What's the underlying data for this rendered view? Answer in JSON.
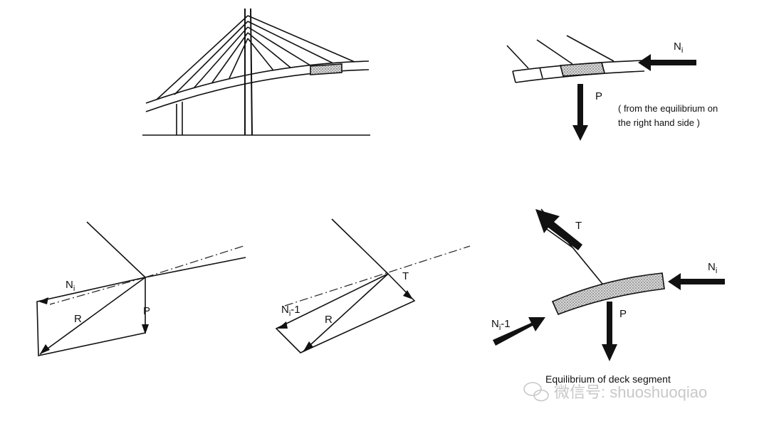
{
  "labels": {
    "ni": "N",
    "ni_sub": "i",
    "p": "P",
    "r": "R",
    "t": "T",
    "ni1": "N",
    "ni1_sub": "i",
    "ni1_suffix": "-1"
  },
  "note": {
    "line1": "( from the equilibrium on",
    "line2": "the right hand side )"
  },
  "caption": "Equilibrium of deck segment",
  "watermark": "微信号: shuoshuoqiao"
}
